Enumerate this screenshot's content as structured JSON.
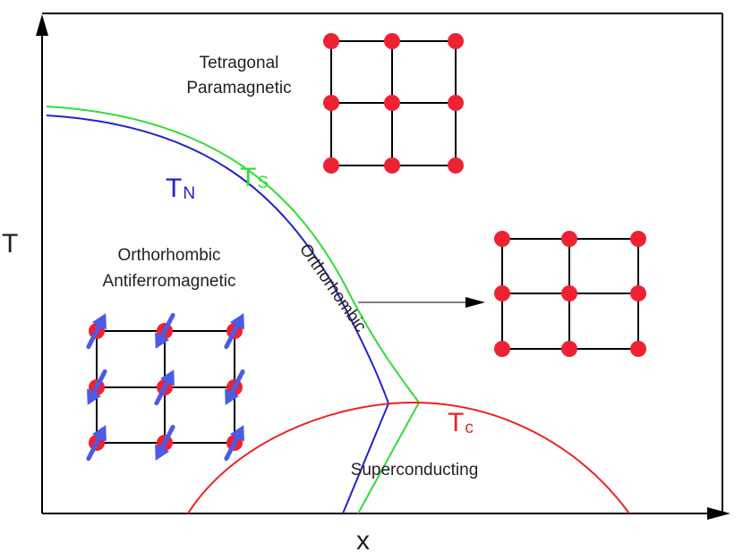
{
  "axes": {
    "y_label": "T",
    "x_label": "x"
  },
  "regions": {
    "tetragonal": [
      "Tetragonal",
      "Paramagnetic"
    ],
    "orthorhombic_afm": [
      "Orthorhombic",
      "Antiferromagnetic"
    ],
    "orthorhombic": "Orthorhombic",
    "superconducting": "Superconducting"
  },
  "curves": {
    "tn": {
      "main": "T",
      "sub": "N",
      "color": "#2222cc"
    },
    "ts": {
      "main": "T",
      "sub": "S",
      "color": "#33dd33"
    },
    "tc": {
      "main": "T",
      "sub": "c",
      "color": "#ee2222"
    }
  },
  "colors": {
    "atom": "#ee2233",
    "spin_arrow": "#4a5be8",
    "lattice": "#000000",
    "frame": "#000000"
  },
  "lattices": {
    "tetragonal": {
      "rows": 3,
      "cols": 3
    },
    "orthorhombic": {
      "rows": 3,
      "cols": 3
    },
    "antiferromagnetic": {
      "rows": 3,
      "cols": 3,
      "spins": "alternating"
    }
  }
}
